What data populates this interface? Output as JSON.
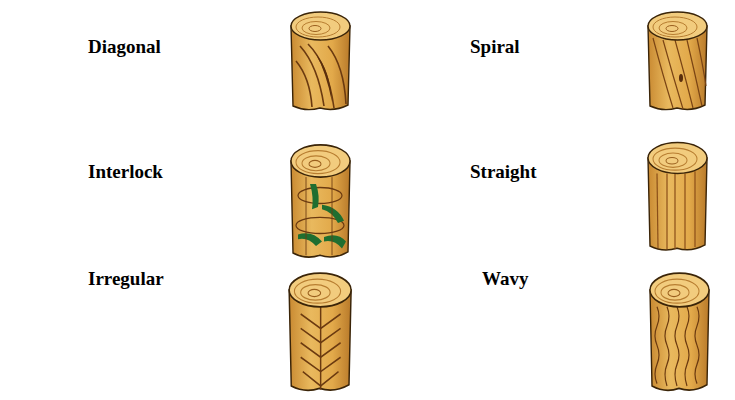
{
  "diagram": {
    "labels": [
      "Diagonal",
      "Spiral",
      "Interlock",
      "Straight",
      "Irregular",
      "Wavy"
    ]
  }
}
